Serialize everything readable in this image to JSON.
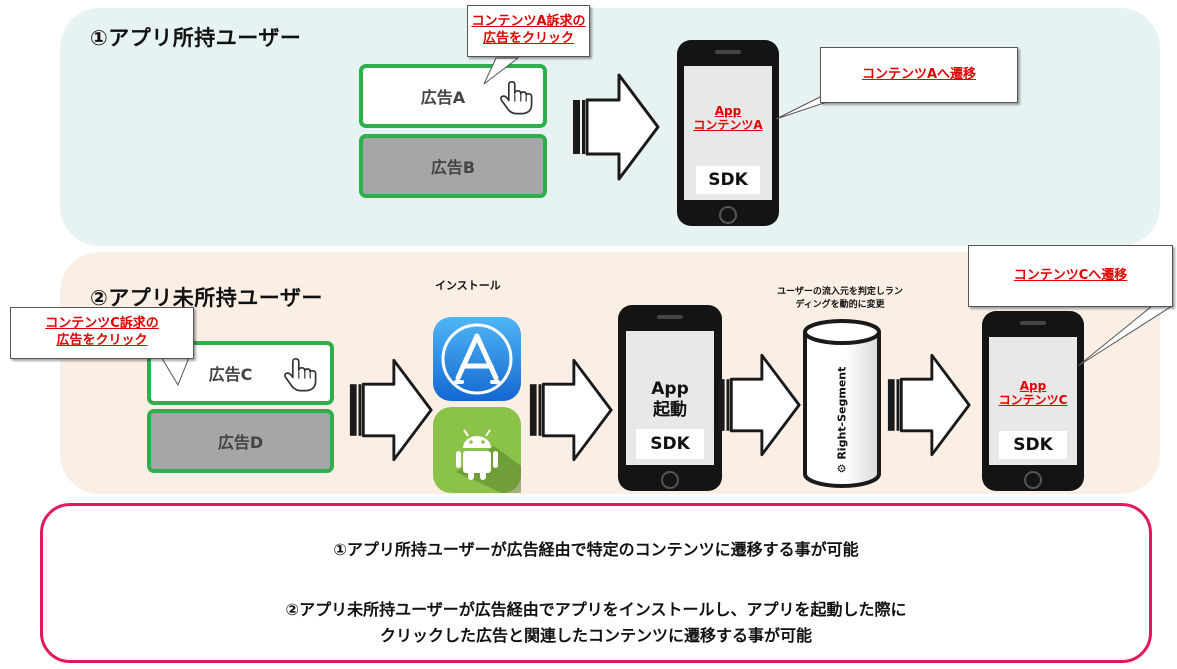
{
  "section1": {
    "title": "①アプリ所持ユーザー",
    "callout_click": [
      "コンテンツA訴求の",
      "広告をクリック"
    ],
    "ad_a": "広告A",
    "ad_b": "広告B",
    "callout_transition": "コンテンツAへ遷移",
    "phone": {
      "app_line1": "App",
      "app_line2": "コンテンツA",
      "sdk": "SDK"
    }
  },
  "section2": {
    "title": "②アプリ未所持ユーザー",
    "callout_click": [
      "コンテンツC訴求の",
      "広告をクリック"
    ],
    "ad_c": "広告C",
    "ad_d": "広告D",
    "install_label": "インストール",
    "phone_launch": {
      "line1": "App",
      "line2": "起動",
      "sdk": "SDK"
    },
    "segment_note": [
      "ユーザーの流入元を判定しラン",
      "ディングを動的に変更"
    ],
    "segment_label": "Right-Segment",
    "callout_transition": "コンテンツCへ遷移",
    "phone_content": {
      "app_line1": "App",
      "app_line2": "コンテンツC",
      "sdk": "SDK"
    }
  },
  "summary": {
    "line1": "①アプリ所持ユーザーが広告経由で特定のコンテンツに遷移する事が可能",
    "line2": "②アプリ未所持ユーザーが広告経由でアプリをインストールし、アプリを起動した際に",
    "line3": "クリックした広告と関連したコンテンツに遷移する事が可能"
  },
  "colors": {
    "panel1_bg": "#e7f2f3",
    "panel2_bg": "#fbeee4",
    "ad_border": "#2fae4e",
    "callout_text": "#e00000",
    "summary_border": "#e0195f",
    "appstore_blue": "#1a8be0",
    "android_green": "#8bc34a"
  },
  "icons": [
    "hand-pointer-icon",
    "right-arrow-icon",
    "app-store-icon",
    "android-icon",
    "smartphone-icon",
    "cylinder-icon",
    "gear-icon"
  ]
}
